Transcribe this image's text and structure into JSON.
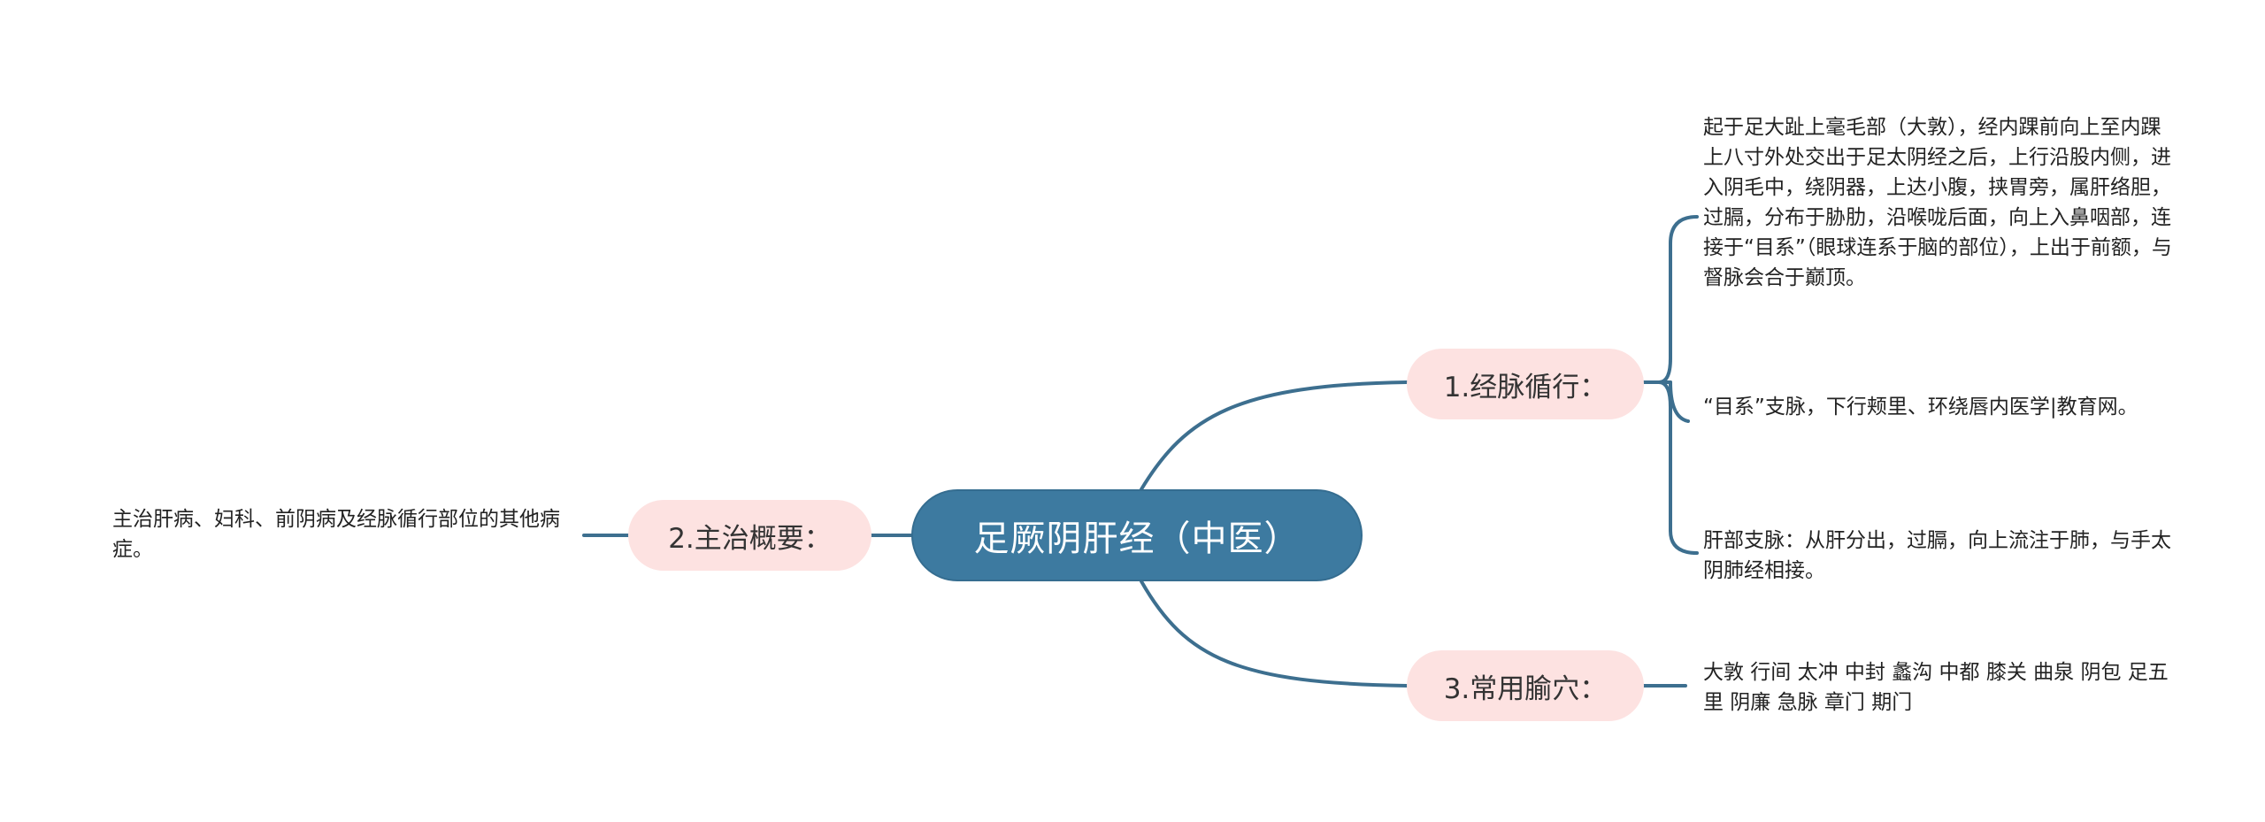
{
  "colors": {
    "root_fill": "#3d7aa0",
    "branch_fill": "#fde2e1",
    "link_stroke": "#3d6f8f",
    "text": "#222222"
  },
  "root": {
    "label": "足厥阴肝经（中医）"
  },
  "branches": [
    {
      "label": "1.经脉循行：",
      "leaves": [
        "起于足大趾上毫毛部（大敦），经内踝前向上至内踝上八寸外处交出于足太阴经之后，上行沿股内侧，进入阴毛中，绕阴器，上达小腹，挟胃旁，属肝络胆，过膈，分布于胁肋，沿喉咙后面，向上入鼻咽部，连接于“目系”（眼球连系于脑的部位），上出于前额，与督脉会合于巅顶。",
        "“目系”支脉，下行颊里、环绕唇内医学|教育网。",
        "肝部支脉：从肝分出，过膈，向上流注于肺，与手太阴肺经相接。"
      ]
    },
    {
      "label": "2.主治概要：",
      "leaves": [
        "主治肝病、妇科、前阴病及经脉循行部位的其他病症。"
      ]
    },
    {
      "label": "3.常用腧穴：",
      "leaves": [
        "大敦 行间 太冲 中封 蠡沟 中都 膝关 曲泉 阴包 足五里 阴廉 急脉 章门 期门"
      ]
    }
  ]
}
